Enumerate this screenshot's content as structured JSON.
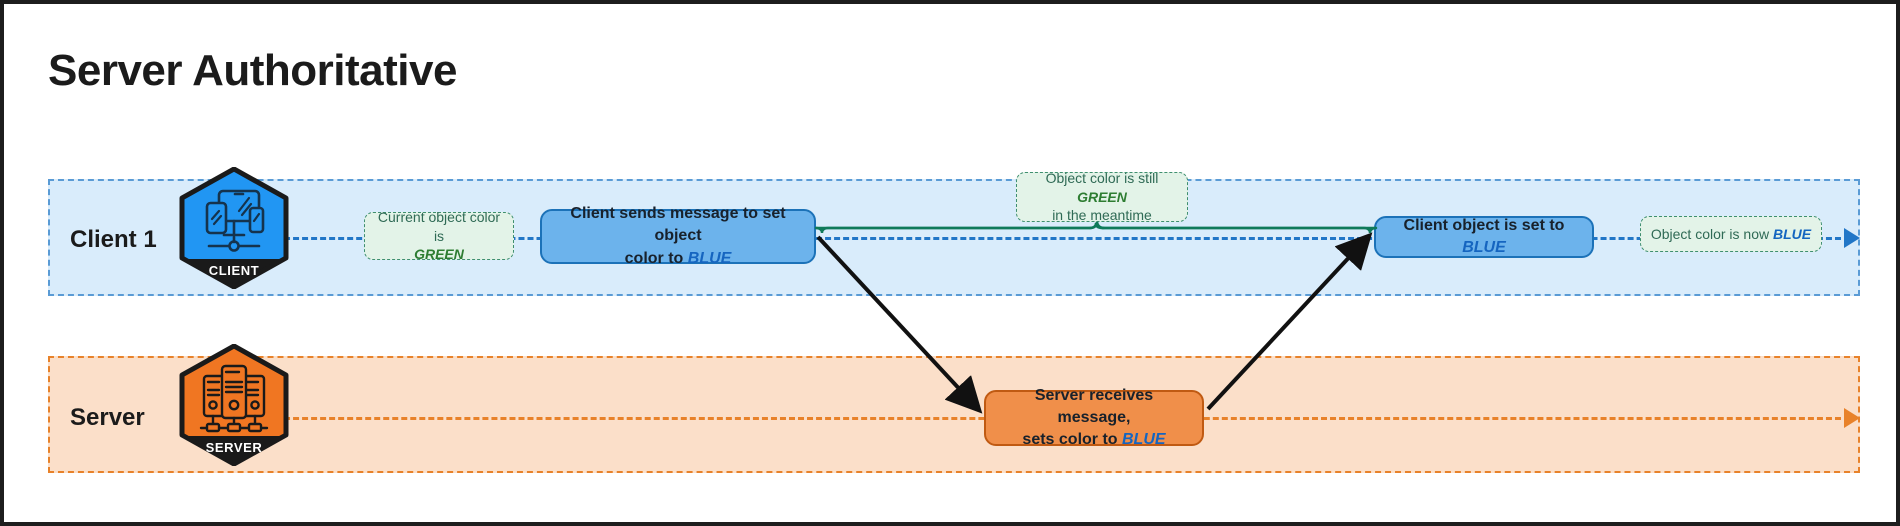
{
  "title": "Server Authoritative",
  "lanes": [
    {
      "id": "client",
      "label": "Client 1",
      "icon": "client-hexagon-icon",
      "icon_caption": "CLIENT",
      "fill": "#d9ecfb",
      "stroke": "#5a9bd5"
    },
    {
      "id": "server",
      "label": "Server",
      "icon": "server-hexagon-icon",
      "icon_caption": "SERVER",
      "fill": "#fbdfc9",
      "stroke": "#e8822a"
    }
  ],
  "notes": {
    "current_color": {
      "line1": "Current object color is",
      "highlight": "GREEN"
    },
    "meantime": {
      "line1": "Object color is still",
      "highlight": "GREEN",
      "line2": "in the meantime"
    },
    "now_blue": {
      "line1": "Object color is now",
      "highlight": "BLUE"
    }
  },
  "boxes": {
    "client_sends": {
      "line1": "Client sends message to set object",
      "line2_prefix": "color to ",
      "line2_highlight": "BLUE"
    },
    "server_receives": {
      "line1": "Server receives message,",
      "line2_prefix": "sets color to ",
      "line2_highlight": "BLUE"
    },
    "client_set": {
      "prefix": "Client object is set to ",
      "highlight": "BLUE"
    }
  },
  "colors": {
    "client_accent": "#2176c7",
    "server_accent": "#e8822a",
    "blue_value": "#1565c0",
    "green_value": "#2e7d32",
    "brace_green": "#0f7a5a",
    "arrow_black": "#111111"
  },
  "arrows": [
    {
      "name": "client-to-server-message",
      "from": "client_sends",
      "to": "server_receives"
    },
    {
      "name": "server-to-client-response",
      "from": "server_receives",
      "to": "client_set"
    }
  ]
}
